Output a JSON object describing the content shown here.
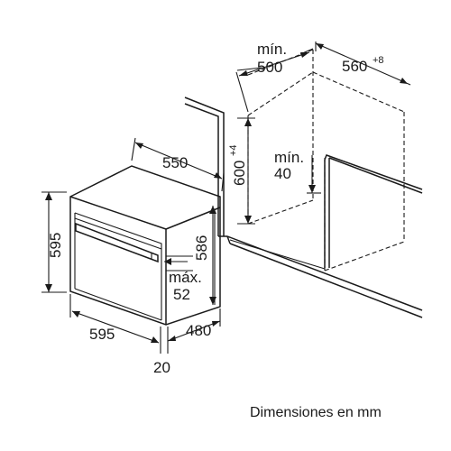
{
  "labels": {
    "niche_depth_prefix": "mín.",
    "niche_depth_value": "500",
    "niche_width_value": "560",
    "niche_width_tol": "+8",
    "niche_height_value": "600",
    "niche_height_tol": "+4",
    "gap_prefix": "mín.",
    "gap_value": "40",
    "oven_depth_top": "550",
    "oven_height_left": "595",
    "oven_height_right": "586",
    "oven_width_bottom": "595",
    "oven_depth_bottom": "480",
    "handle_prefix": "máx.",
    "handle_value": "52",
    "front_thickness": "20"
  },
  "caption": "Dimensiones en mm"
}
